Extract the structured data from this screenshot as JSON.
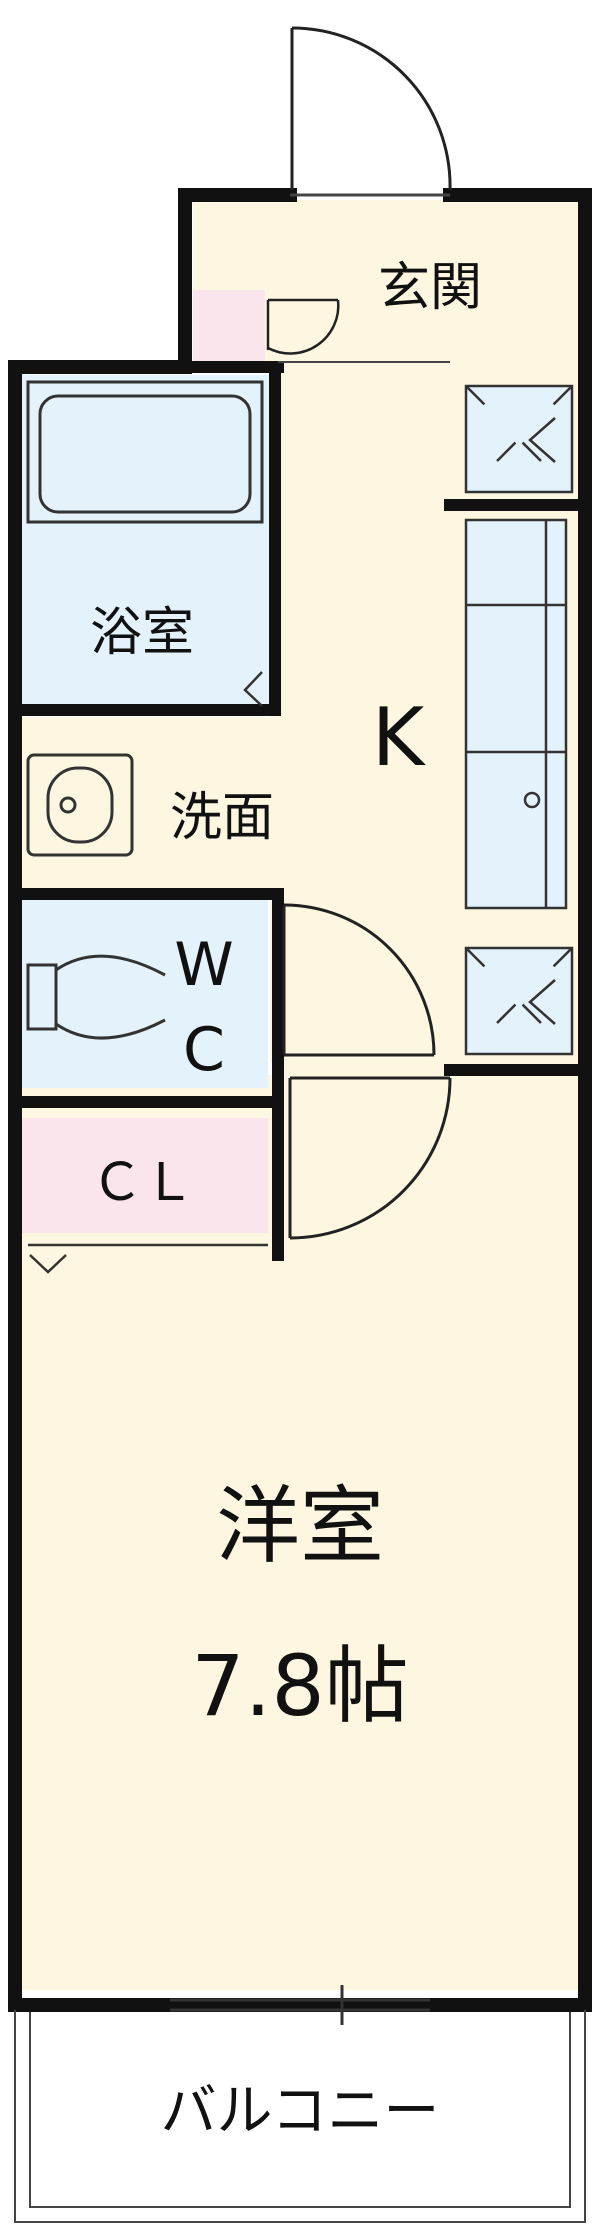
{
  "rooms": {
    "entrance": "玄関",
    "bath": "浴室",
    "kitchen": "K",
    "washroom": "洗面",
    "wc_w": "W",
    "wc_c": "C",
    "closet": "ＣＬ",
    "western_room": "洋室",
    "western_room_size": "7.8帖",
    "balcony": "バルコニー"
  },
  "colors": {
    "wall": "#111111",
    "floor_wood": "#fdf7e1",
    "wet_area": "#e4f3fb",
    "storage": "#fbe5ec",
    "balcony": "#ffffff"
  }
}
